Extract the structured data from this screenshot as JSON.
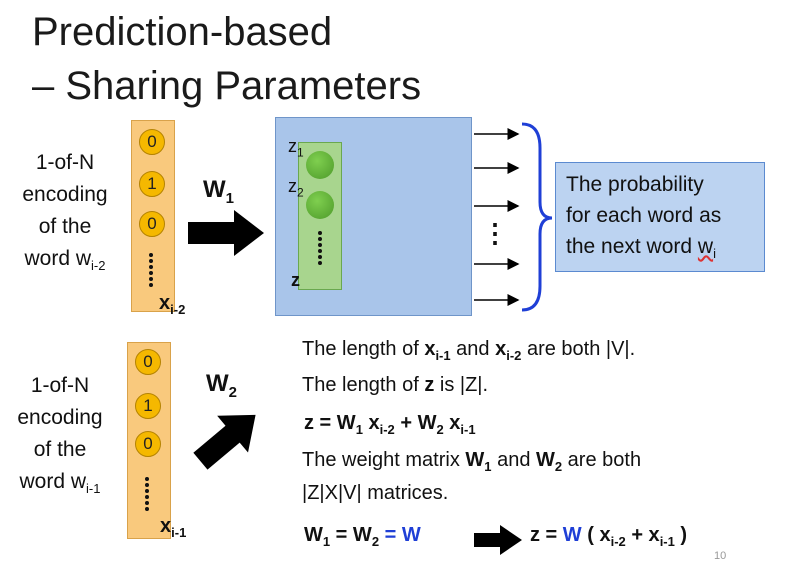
{
  "title": {
    "line1": "Prediction-based",
    "line2": "– Sharing Parameters"
  },
  "encoding_top": {
    "label_lines": [
      "1-of-N",
      "encoding",
      "of the"
    ],
    "word_prefix": "word w",
    "word_sub": "i-2",
    "cells": [
      "0",
      "1",
      "0"
    ],
    "vector_name": "x",
    "vector_sub": "i-2"
  },
  "encoding_bottom": {
    "label_lines": [
      "1-of-N",
      "encoding",
      "of the"
    ],
    "word_prefix": "word w",
    "word_sub": "i-1",
    "cells": [
      "0",
      "1",
      "0"
    ],
    "vector_name": "x",
    "vector_sub": "i-1"
  },
  "weights": {
    "w1": "W",
    "w1_sub": "1",
    "w2": "W",
    "w2_sub": "2"
  },
  "hidden": {
    "z1": "z",
    "z1_sub": "1",
    "z2": "z",
    "z2_sub": "2",
    "z": "z"
  },
  "output_dots": "⋮",
  "output_box": {
    "lines": [
      "The probability",
      "for each word as"
    ],
    "last_prefix": "the next word ",
    "last_word": "w",
    "last_sub": "i"
  },
  "notes": {
    "length_x": {
      "a": "The length of ",
      "x1": "x",
      "x1_sub": "i-1",
      "b": " and ",
      "x2": "x",
      "x2_sub": "i-2",
      "c": " are both |V|."
    },
    "length_z": {
      "a": "The length of ",
      "z": "z",
      "b": " is |Z|."
    },
    "equation": {
      "z": "z = ",
      "w1": "W",
      "w1_sub": "1",
      "x1": " x",
      "x1_sub": "i-2",
      "plus": " + ",
      "w2": "W",
      "w2_sub": "2",
      "x2": " x",
      "x2_sub": "i-1"
    },
    "weight_line1": {
      "a": "The weight matrix ",
      "w1": "W",
      "w1_sub": "1",
      "b": " and ",
      "w2": "W",
      "w2_sub": "2",
      "c": " are both"
    },
    "weight_line2": "|Z|X|V| matrices.",
    "share": {
      "w1": "W",
      "w1_sub": "1",
      "eq": " = ",
      "w2": "W",
      "w2_sub": "2",
      "eq2": " = ",
      "w": "W"
    },
    "result": {
      "z": "z = ",
      "w": "W",
      "open": " ( x",
      "x1_sub": "i-2",
      "plus": " + x",
      "x2_sub": "i-1",
      "close": " )"
    }
  },
  "page_number": "10",
  "colors": {
    "vector_fill": "#f9c97d",
    "network_fill": "#a9c5ea",
    "hidden_fill": "#a8d58e",
    "brace": "#1f3fd6",
    "shared_w": "#1f3fd6"
  }
}
